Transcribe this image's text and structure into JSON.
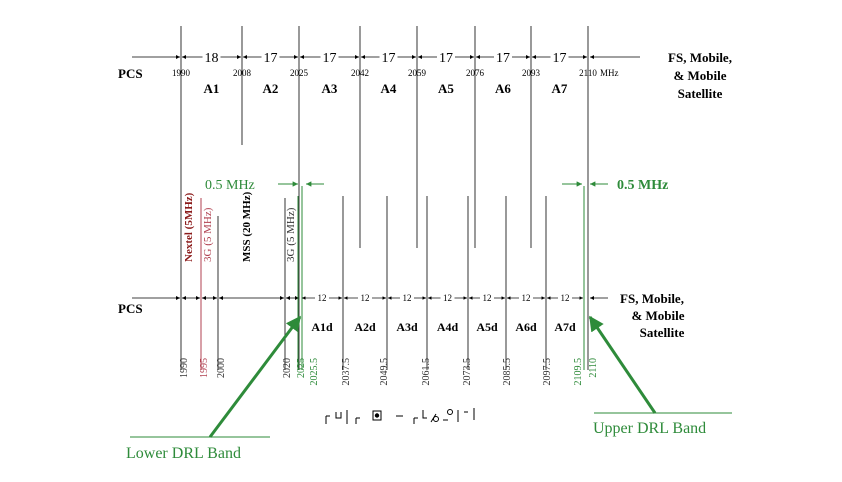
{
  "top": {
    "left_label": "PCS",
    "right_label_lines": [
      "FS, Mobile,",
      "& Mobile",
      "Satellite"
    ],
    "unit": "MHz",
    "edges": [
      "1990",
      "2008",
      "2025",
      "2042",
      "2059",
      "2076",
      "2093",
      "2110"
    ],
    "spans": [
      "18",
      "17",
      "17",
      "17",
      "17",
      "17",
      "17"
    ],
    "blocks": [
      "A1",
      "A2",
      "A3",
      "A4",
      "A5",
      "A6",
      "A7"
    ]
  },
  "middle": {
    "left_gap": "0.5 MHz",
    "right_gap": "0.5 MHz",
    "allocations": [
      {
        "text": "Nextel (5MHz)",
        "color": "#8b1a1a"
      },
      {
        "text": "3G (5 MHz)",
        "color": "#b04050"
      },
      {
        "text": "MSS (20 MHz)",
        "color": "#000000"
      },
      {
        "text": "3G (5 MHz)",
        "color": "#333333"
      }
    ]
  },
  "bottom": {
    "left_label": "PCS",
    "right_label_lines": [
      "FS, Mobile,",
      "& Mobile",
      "Satellite"
    ],
    "spans": [
      "12",
      "12",
      "12",
      "12",
      "12",
      "12",
      "12"
    ],
    "blocks": [
      "A1d",
      "A2d",
      "A3d",
      "A4d",
      "A5d",
      "A6d",
      "A7d"
    ],
    "ticks": [
      {
        "text": "1990",
        "color": "#333333"
      },
      {
        "text": "1995",
        "color": "#b04050"
      },
      {
        "text": "2000",
        "color": "#333333"
      },
      {
        "text": "2020",
        "color": "#333333"
      },
      {
        "text": "2025",
        "color": "#2e8b3a"
      },
      {
        "text": "2025.5",
        "color": "#2e8b3a"
      },
      {
        "text": "2037.5",
        "color": "#333333"
      },
      {
        "text": "2049.5",
        "color": "#333333"
      },
      {
        "text": "2061.5",
        "color": "#333333"
      },
      {
        "text": "2073.5",
        "color": "#333333"
      },
      {
        "text": "2085.5",
        "color": "#333333"
      },
      {
        "text": "2097.5",
        "color": "#333333"
      },
      {
        "text": "2109.5",
        "color": "#2e8b3a"
      },
      {
        "text": "2110",
        "color": "#2e8b3a"
      }
    ]
  },
  "callouts": {
    "lower": "Lower DRL Band",
    "upper": "Upper DRL Band"
  },
  "colors": {
    "green": "#2e8b3a",
    "red": "#b04050",
    "line": "#000000"
  }
}
